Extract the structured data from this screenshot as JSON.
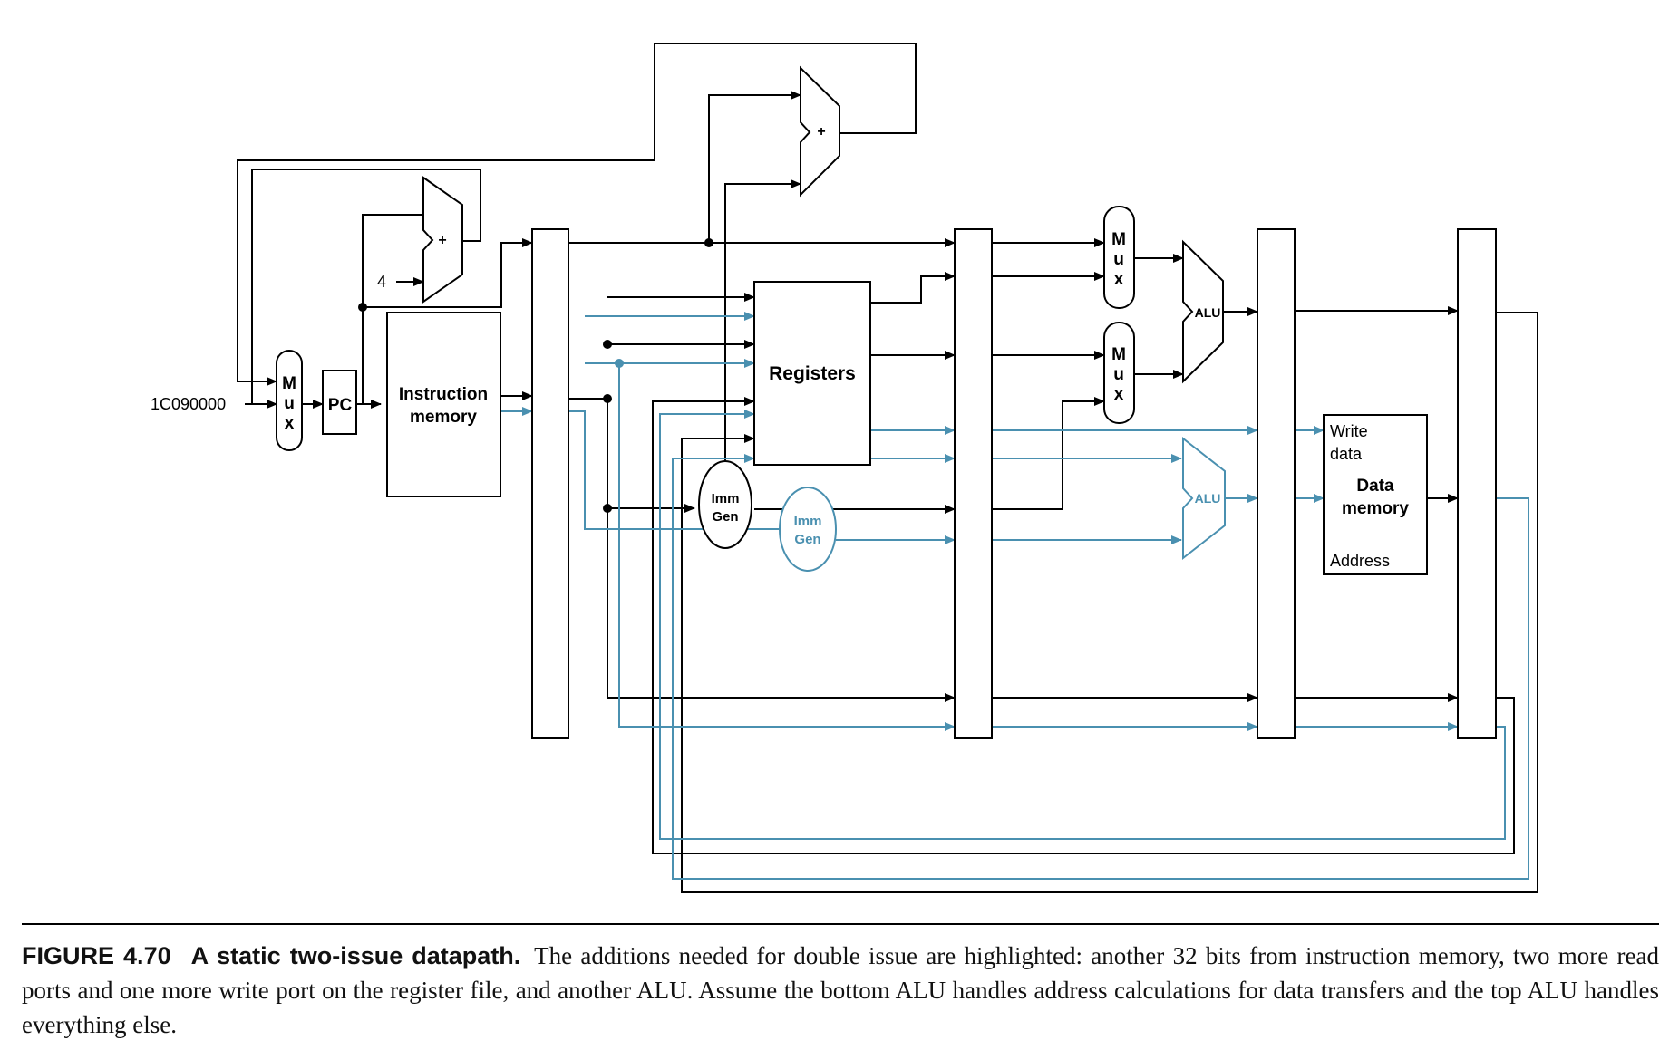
{
  "diagram": {
    "pc_initial_value": "1C090000",
    "constant_four": "4",
    "adder_symbol": "+",
    "mux_label": [
      "M",
      "u",
      "x"
    ],
    "pc_label": "PC",
    "instruction_memory_label": [
      "Instruction",
      "memory"
    ],
    "registers_label": "Registers",
    "imm_gen_label": [
      "Imm",
      "Gen"
    ],
    "alu_label": "ALU",
    "data_memory_title": [
      "Data",
      "memory"
    ],
    "write_data_label": [
      "Write",
      "data"
    ],
    "address_label": "Address",
    "colors": {
      "base_path": "#000000",
      "highlighted_path": "#4a90b0"
    }
  },
  "caption": {
    "figure_number": "FIGURE 4.70",
    "title": "A static two-issue datapath.",
    "text": "The additions needed for double issue are highlighted: another 32 bits from instruction memory, two more read ports and one more write port on the register file, and another ALU. Assume the bottom ALU handles address calculations for data transfers and the top ALU handles everything else."
  }
}
